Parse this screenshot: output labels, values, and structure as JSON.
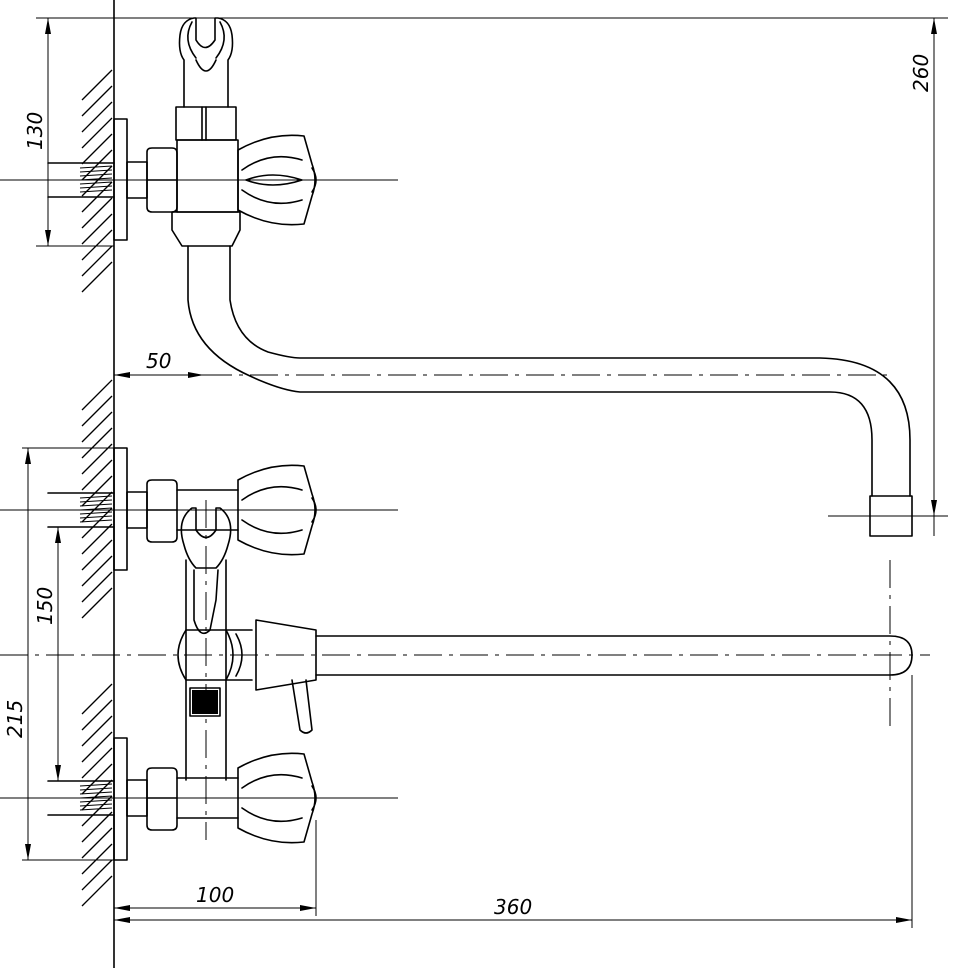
{
  "drawing": {
    "dimensions": {
      "d130": "130",
      "d260": "260",
      "d50": "50",
      "d150": "150",
      "d215": "215",
      "d100": "100",
      "d360": "360"
    }
  }
}
